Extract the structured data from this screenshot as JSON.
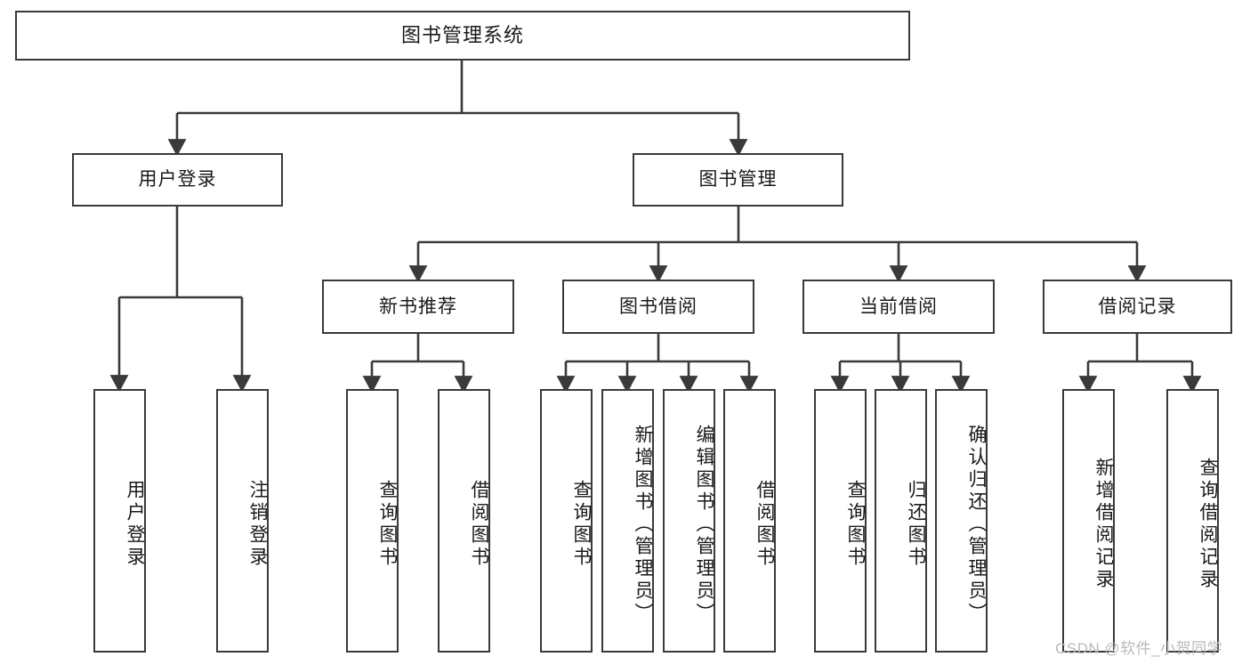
{
  "diagram": {
    "title": "图书管理系统",
    "watermark": "CSDN @软件_小贺同学",
    "line_color": "#3a3a3a",
    "text_color": "#1a1a1a",
    "background": "#ffffff",
    "levels": {
      "root": {
        "label": "图书管理系统"
      },
      "level2": [
        {
          "label": "用户登录"
        },
        {
          "label": "图书管理"
        }
      ],
      "level3": [
        {
          "label": "新书推荐"
        },
        {
          "label": "图书借阅"
        },
        {
          "label": "当前借阅"
        },
        {
          "label": "借阅记录"
        }
      ],
      "leaves": [
        {
          "label": "用户登录",
          "parent": "用户登录"
        },
        {
          "label": "注销登录",
          "parent": "用户登录"
        },
        {
          "label": "查询图书",
          "parent": "新书推荐"
        },
        {
          "label": "借阅图书",
          "parent": "新书推荐"
        },
        {
          "label": "查询图书",
          "parent": "图书借阅"
        },
        {
          "label": "新增图书（管理员）",
          "parent": "图书借阅"
        },
        {
          "label": "编辑图书（管理员）",
          "parent": "图书借阅"
        },
        {
          "label": "借阅图书",
          "parent": "图书借阅"
        },
        {
          "label": "查询图书",
          "parent": "当前借阅"
        },
        {
          "label": "归还图书",
          "parent": "当前借阅"
        },
        {
          "label": "确认归还（管理员）",
          "parent": "当前借阅"
        },
        {
          "label": "新增借阅记录",
          "parent": "借阅记录"
        },
        {
          "label": "查询借阅记录",
          "parent": "借阅记录"
        }
      ]
    }
  }
}
